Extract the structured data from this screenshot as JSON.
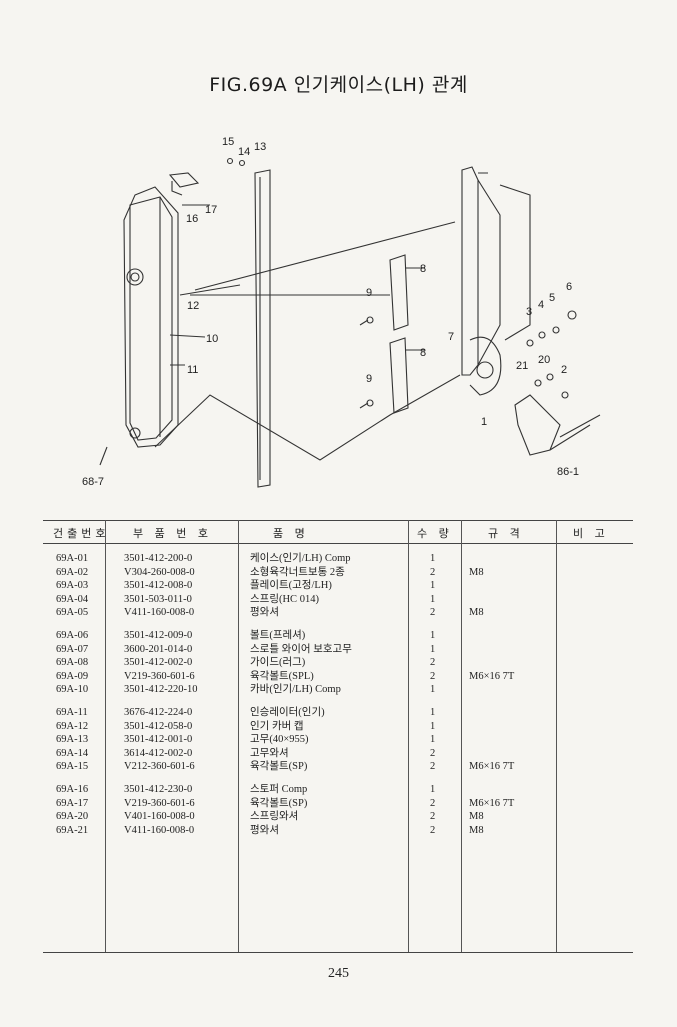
{
  "title": "FIG.69A 인기케이스(LH) 관계",
  "callouts": {
    "c15": "15",
    "c14": "14",
    "c13": "13",
    "c17": "17",
    "c16": "16",
    "c12": "12",
    "c10": "10",
    "c11": "11",
    "c68_7": "68-7",
    "c8a": "8",
    "c8b": "8",
    "c9a": "9",
    "c9b": "9",
    "c7": "7",
    "c3": "3",
    "c4": "4",
    "c5": "5",
    "c6": "6",
    "c20": "20",
    "c21": "21",
    "c2": "2",
    "c1": "1",
    "c86_1": "86-1"
  },
  "table": {
    "headers": [
      "건출번호",
      "부 품 번 호",
      "품 명",
      "수 량",
      "규 격",
      "비 고"
    ],
    "groups": [
      [
        {
          "no": "69A-01",
          "part": "3501-412-200-0",
          "name": "케이스(인기/LH) Comp",
          "qty": "1",
          "spec": ""
        },
        {
          "no": "69A-02",
          "part": "V304-260-008-0",
          "name": "소형육각너트보통 2종",
          "qty": "2",
          "spec": "M8"
        },
        {
          "no": "69A-03",
          "part": "3501-412-008-0",
          "name": "플레이트(고정/LH)",
          "qty": "1",
          "spec": ""
        },
        {
          "no": "69A-04",
          "part": "3501-503-011-0",
          "name": "스프링(HC 014)",
          "qty": "1",
          "spec": ""
        },
        {
          "no": "69A-05",
          "part": "V411-160-008-0",
          "name": "평와셔",
          "qty": "2",
          "spec": "M8"
        }
      ],
      [
        {
          "no": "69A-06",
          "part": "3501-412-009-0",
          "name": "볼트(프레셔)",
          "qty": "1",
          "spec": ""
        },
        {
          "no": "69A-07",
          "part": "3600-201-014-0",
          "name": "스로틀 와이어 보호고무",
          "qty": "1",
          "spec": ""
        },
        {
          "no": "69A-08",
          "part": "3501-412-002-0",
          "name": "가이드(러그)",
          "qty": "2",
          "spec": ""
        },
        {
          "no": "69A-09",
          "part": "V219-360-601-6",
          "name": "육각볼트(SPL)",
          "qty": "2",
          "spec": "M6×16 7T"
        },
        {
          "no": "69A-10",
          "part": "3501-412-220-10",
          "name": "카바(인기/LH) Comp",
          "qty": "1",
          "spec": ""
        }
      ],
      [
        {
          "no": "69A-11",
          "part": "3676-412-224-0",
          "name": "인승레이터(인기)",
          "qty": "1",
          "spec": ""
        },
        {
          "no": "69A-12",
          "part": "3501-412-058-0",
          "name": "인기 카버 캡",
          "qty": "1",
          "spec": ""
        },
        {
          "no": "69A-13",
          "part": "3501-412-001-0",
          "name": "고무(40×955)",
          "qty": "1",
          "spec": ""
        },
        {
          "no": "69A-14",
          "part": "3614-412-002-0",
          "name": "고무와셔",
          "qty": "2",
          "spec": ""
        },
        {
          "no": "69A-15",
          "part": "V212-360-601-6",
          "name": "육각볼트(SP)",
          "qty": "2",
          "spec": "M6×16 7T"
        }
      ],
      [
        {
          "no": "69A-16",
          "part": "3501-412-230-0",
          "name": "스토퍼 Comp",
          "qty": "1",
          "spec": ""
        },
        {
          "no": "69A-17",
          "part": "V219-360-601-6",
          "name": "육각볼트(SP)",
          "qty": "2",
          "spec": "M6×16 7T"
        },
        {
          "no": "69A-20",
          "part": "V401-160-008-0",
          "name": "스프링와셔",
          "qty": "2",
          "spec": "M8"
        },
        {
          "no": "69A-21",
          "part": "V411-160-008-0",
          "name": "평와셔",
          "qty": "2",
          "spec": "M8"
        }
      ]
    ]
  },
  "page_number": "245"
}
